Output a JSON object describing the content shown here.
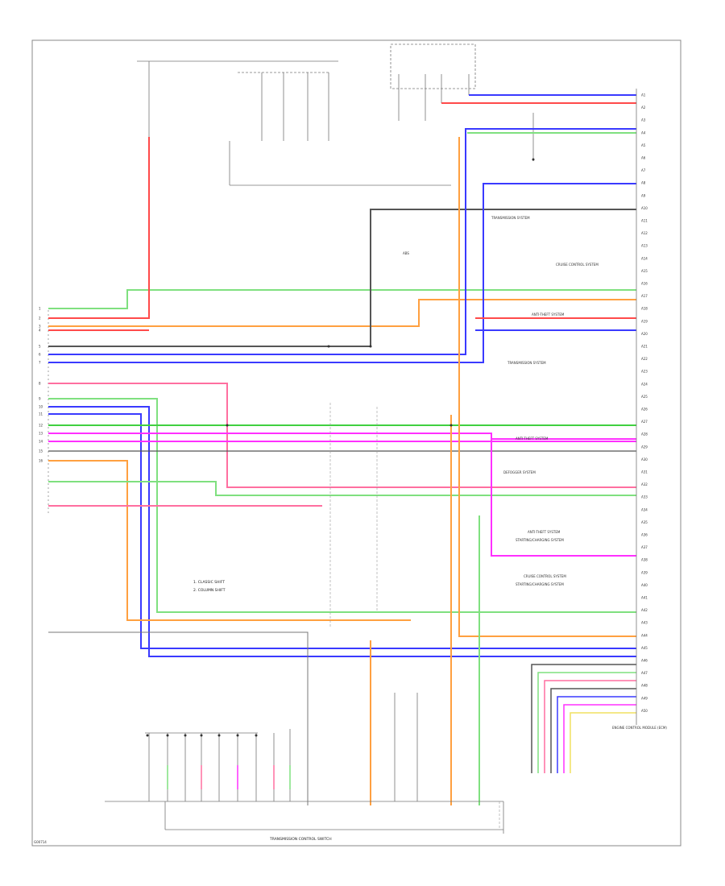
{
  "diagram": {
    "footer_left": "G00714",
    "bottom_module_label": "TRANSMISSION CONTROL SWITCH",
    "right_module_label": "ENGINE CONTROL MODULE (ECM)",
    "note_lines": [
      "1. CLASSIC SHIFT",
      "2. COLUMN SHIFT"
    ],
    "left_connector_pins": [
      "1",
      "2",
      "3",
      "4",
      "5",
      "6",
      "7",
      "8",
      "9",
      "10",
      "11",
      "12",
      "13",
      "14",
      "15",
      "16"
    ],
    "right_connector_pins": [
      "A1",
      "A2",
      "A3",
      "A4",
      "A5",
      "A6",
      "A7",
      "A8",
      "A9",
      "A10",
      "A11",
      "A12",
      "A13",
      "A14",
      "A15",
      "A16",
      "A17",
      "A18",
      "A19",
      "A20",
      "A21",
      "A22",
      "A23",
      "A24",
      "A25",
      "A26",
      "A27",
      "A28",
      "A29",
      "A30",
      "A31",
      "A32",
      "A33",
      "A34",
      "A35",
      "A36",
      "A37",
      "A38",
      "A39",
      "A40",
      "A41",
      "A42",
      "A43",
      "A44",
      "A45",
      "A46",
      "A47",
      "A48",
      "A49",
      "A50"
    ],
    "wire_colors": {
      "ltgrn": "#7fe07f",
      "red": "#ff4a4a",
      "orange": "#ffa040",
      "blue": "#3a3aff",
      "grey": "#555555",
      "pink": "#ff6fa0",
      "magenta": "#ff30ff",
      "green": "#40d040",
      "tan": "#e8c070",
      "yellow": "#f0e060"
    },
    "side_systems": [
      "TRANSMISSION SYSTEM",
      "CRUISE CONTROL SYSTEM",
      "ANTI-THEFT SYSTEM",
      "ABS",
      "TRANSMISSION SYSTEM",
      "ANTI-THEFT SYSTEM",
      "DEFOGGER SYSTEM",
      "ANTI-THEFT SYSTEM",
      "STARTING/CHARGING SYSTEM",
      "CRUISE CONTROL SYSTEM",
      "STARTING/CHARGING SYSTEM"
    ]
  }
}
